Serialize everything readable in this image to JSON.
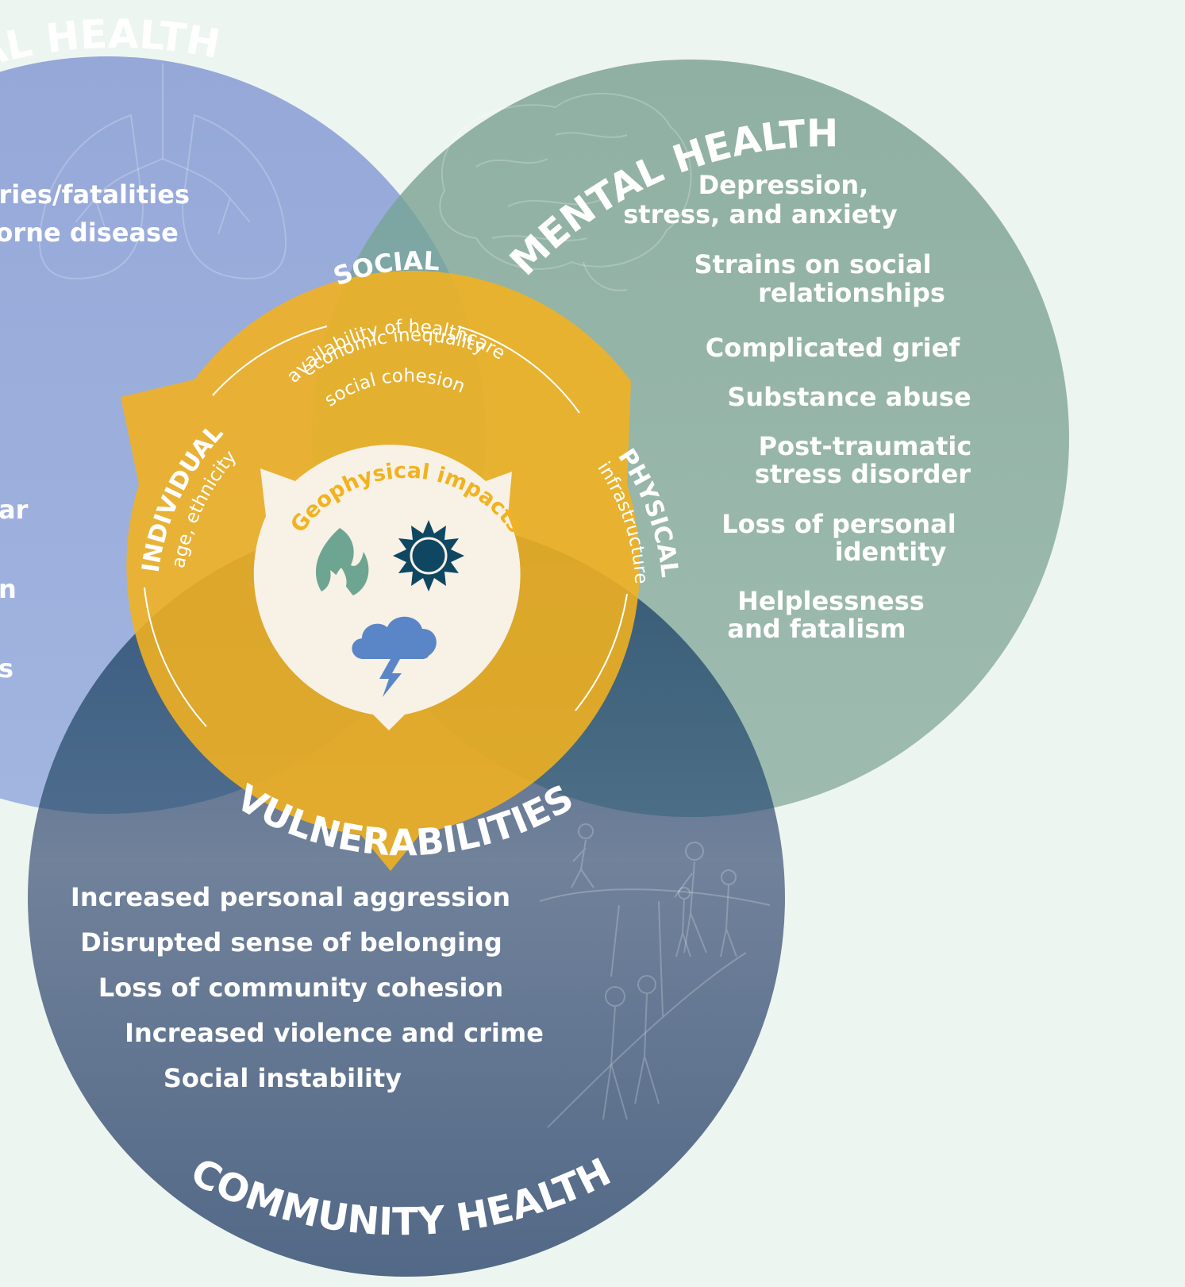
{
  "physical_health": {
    "title": "PHYSICAL HEALTH",
    "items": [
      "Injuries/fatalities",
      "Airborne disease",
      "ar",
      "n",
      "s"
    ]
  },
  "mental_health": {
    "title": "MENTAL HEALTH",
    "items": [
      {
        "lines": [
          "Depression,",
          "stress, and anxiety"
        ]
      },
      {
        "lines": [
          "Strains on social",
          "relationships"
        ]
      },
      {
        "lines": [
          "Complicated grief"
        ]
      },
      {
        "lines": [
          "Substance abuse"
        ]
      },
      {
        "lines": [
          "Post-traumatic",
          "stress disorder"
        ]
      },
      {
        "lines": [
          "Loss of personal",
          "identity"
        ]
      },
      {
        "lines": [
          "Helplessness",
          "and fatalism"
        ]
      }
    ]
  },
  "community_health": {
    "title": "COMMUNITY HEALTH",
    "items": [
      "Increased personal aggression",
      "Disrupted sense of belonging",
      "Loss of community cohesion",
      "Increased violence and crime",
      "Social instability"
    ]
  },
  "vulnerabilities": {
    "title": "VULNERABILITIES",
    "social": {
      "title": "SOCIAL",
      "items": [
        "economic inequality",
        "availability of healthcare",
        "social cohesion"
      ]
    },
    "individual": {
      "title": "INDIVIDUAL",
      "subtitle": "age, ethnicity"
    },
    "physical": {
      "title": "PHYSICAL",
      "subtitle": "infrastructure"
    }
  },
  "geophysical": {
    "title": "Geophysical impacts",
    "icons": [
      "fire-icon",
      "sun-icon",
      "storm-cloud-icon"
    ]
  },
  "colors": {
    "background": "#edf5f1",
    "physical": "#9aaedb",
    "mental": "#8aafa1",
    "community": "#4e6584",
    "vulnerability": "#f2b21f",
    "center": "#f8f1e6",
    "fire": "#6ea592",
    "sun": "#0f4763",
    "storm": "#5a86c8",
    "geo_title": "#f2b21f"
  }
}
